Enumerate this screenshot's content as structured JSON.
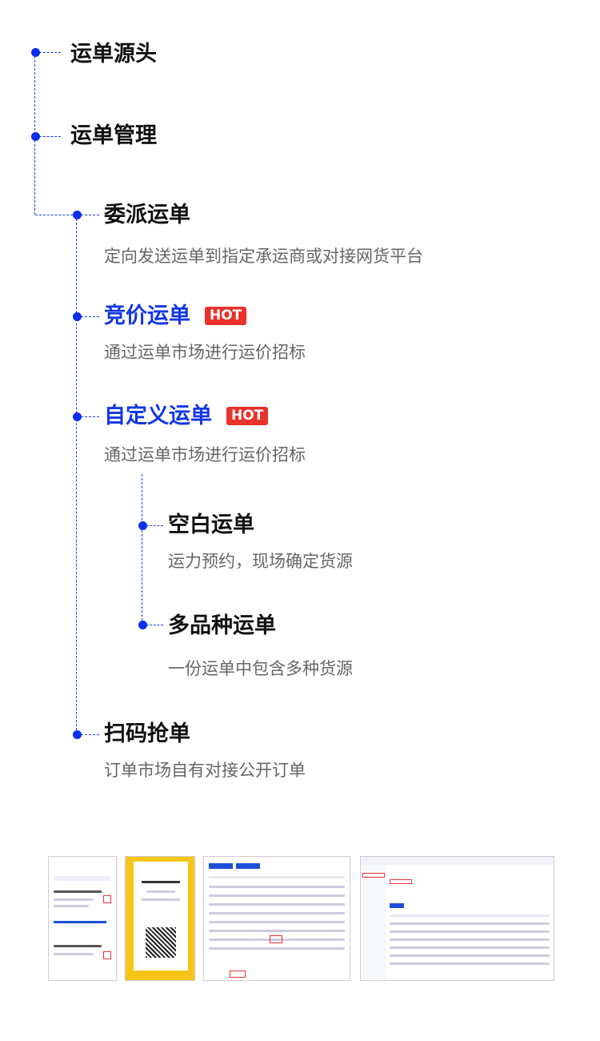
{
  "tree": {
    "root1": {
      "title": "运单源头"
    },
    "root2": {
      "title": "运单管理"
    },
    "children": [
      {
        "title": "委派运单",
        "desc": "定向发送运单到指定承运商或对接网货平台",
        "highlight": false
      },
      {
        "title": "竞价运单",
        "desc": "通过运单市场进行运价招标",
        "highlight": true,
        "badge": "HOT"
      },
      {
        "title": "自定义运单",
        "desc": "通过运单市场进行运价招标",
        "highlight": true,
        "badge": "HOT"
      },
      {
        "title": "扫码抢单",
        "desc": "订单市场自有对接公开订单",
        "highlight": false
      }
    ],
    "sub": [
      {
        "title": "空白运单",
        "desc": "运力预约，现场确定货源"
      },
      {
        "title": "多品种运单",
        "desc": "一份运单中包含多种货源"
      }
    ]
  },
  "colors": {
    "accent": "#1236e6",
    "hot": "#e8322b",
    "yellow": "#f5c518"
  }
}
